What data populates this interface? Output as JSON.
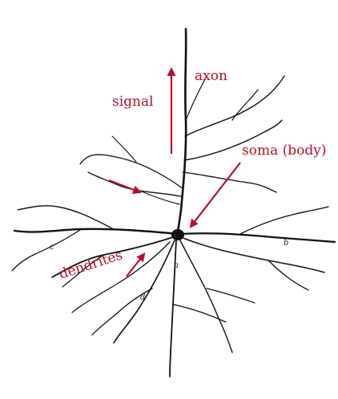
{
  "labels": {
    "axon": "axon",
    "signal": "signal",
    "soma": "soma (body)",
    "dendrites": "dendrites"
  },
  "letters": [
    "a",
    "b",
    "c",
    "d"
  ],
  "colors": {
    "annotation": "#b3122b",
    "ink": "#111111",
    "background": "#ffffff"
  }
}
